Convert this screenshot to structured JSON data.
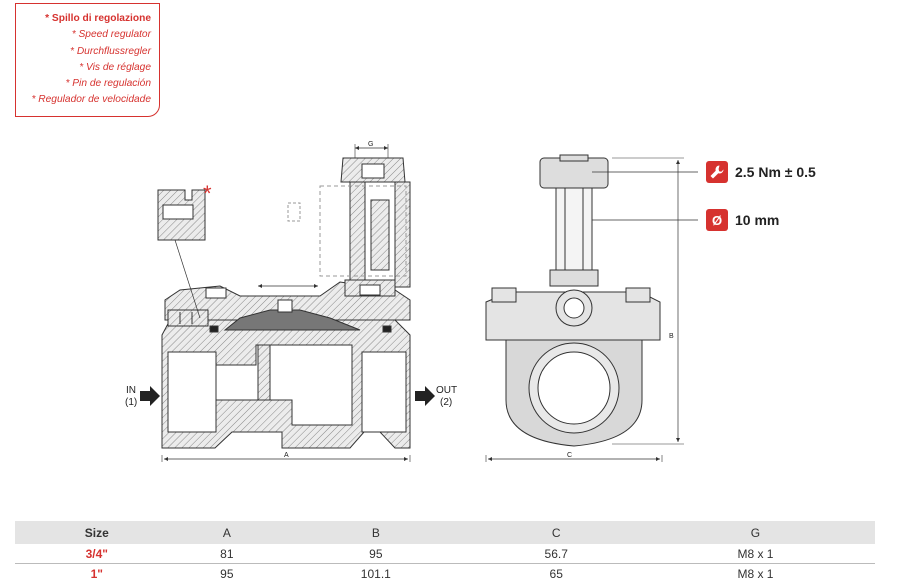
{
  "legend": [
    "* Spillo di regolazione",
    "* Speed regulator",
    "* Durchflussregler",
    "* Vis de réglage",
    "* Pin de regulación",
    "* Regulador de velocidade"
  ],
  "labels": {
    "in": "IN",
    "in_num": "(1)",
    "out": "OUT",
    "out_num": "(2)",
    "dim_a": "A",
    "dim_b": "B",
    "dim_c": "C",
    "dim_g": "G",
    "asterisk": "*"
  },
  "specs": {
    "torque": "2.5 Nm ± 0.5",
    "torque_icon": "wrench-icon",
    "diameter": "10 mm",
    "diameter_icon": "diameter-icon",
    "diameter_symbol": "Ø"
  },
  "table": {
    "headers": [
      "Size",
      "A",
      "B",
      "C",
      "G"
    ],
    "rows": [
      [
        "3/4\"",
        "81",
        "95",
        "56.7",
        "M8 x 1"
      ],
      [
        "1\"",
        "95",
        "101.1",
        "65",
        "M8 x 1"
      ]
    ]
  },
  "colors": {
    "accent": "#d6322f",
    "line": "#333333",
    "hatch": "#888888"
  }
}
